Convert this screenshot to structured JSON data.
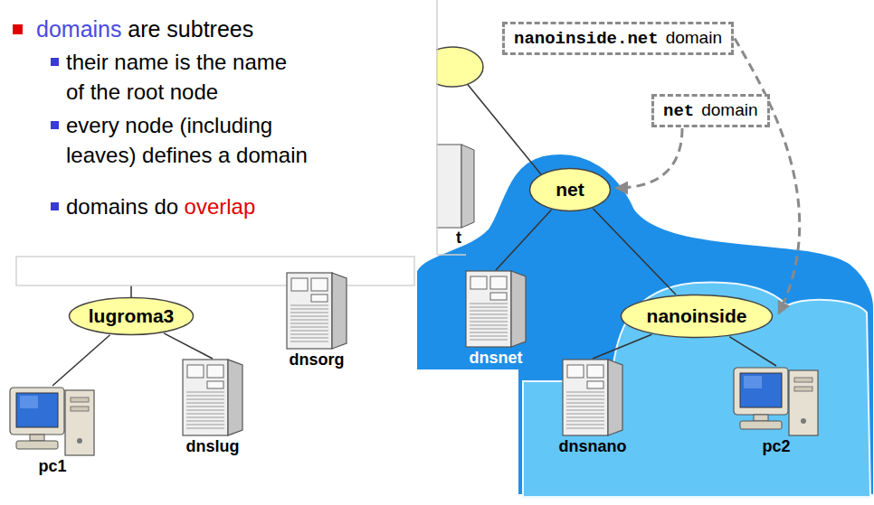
{
  "diagram": {
    "nodes": [
      {
        "text": [
          "nanoinside.net",
          "domain"
        ]
      },
      {
        "text": [
          "net",
          "domain"
        ]
      },
      {
        "text": [
          "net"
        ]
      },
      {
        "text": [
          "dnsnet"
        ]
      },
      {
        "text": [
          "nanoinside"
        ]
      },
      {
        "text": [
          "dnsnano"
        ]
      },
      {
        "text": [
          "pc2"
        ]
      },
      {
        "text": [
          "lugroma3"
        ]
      },
      {
        "text": [
          "pc1"
        ]
      },
      {
        "text": [
          "dnslug"
        ]
      },
      {
        "text": [
          "dnsorg"
        ]
      }
    ],
    "edges": [
      {
        "from": 0,
        "to": 4,
        "arrow": "to"
      },
      {
        "from": 1,
        "to": 2,
        "arrow": "to"
      },
      {
        "from": 2,
        "to": 3,
        "arrow": "none"
      },
      {
        "from": 2,
        "to": 4,
        "arrow": "none"
      },
      {
        "from": 4,
        "to": 5,
        "arrow": "none"
      },
      {
        "from": 4,
        "to": 6,
        "arrow": "none"
      },
      {
        "from": 7,
        "to": 8,
        "arrow": "none"
      },
      {
        "from": 7,
        "to": 9,
        "arrow": "none"
      }
    ],
    "labels": [
      "domains",
      "are subtrees",
      "their name is the name of the root node",
      "every node (including leaves) defines a domain",
      "domains do",
      "overlap",
      "t"
    ]
  }
}
